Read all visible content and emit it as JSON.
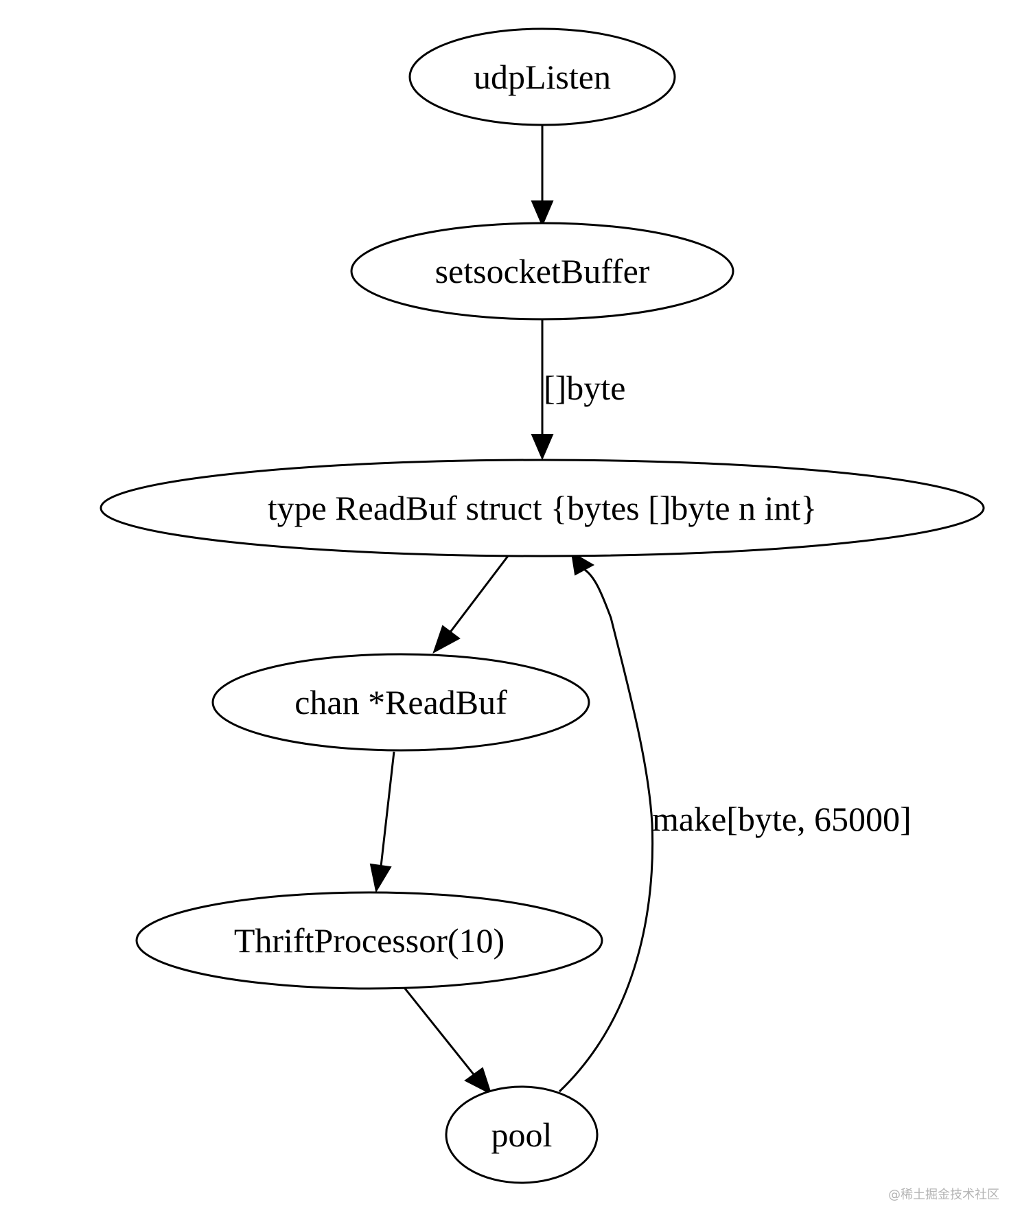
{
  "nodes": {
    "udpListen": "udpListen",
    "setsocketBuffer": "setsocketBuffer",
    "readbuf": "type ReadBuf struct {bytes []byte n int}",
    "chan": "chan *ReadBuf",
    "thrift": "ThriftProcessor(10)",
    "pool": "pool"
  },
  "edges": [
    {
      "from": "udpListen",
      "to": "setsocketBuffer",
      "label": ""
    },
    {
      "from": "setsocketBuffer",
      "to": "readbuf",
      "label": "[]byte"
    },
    {
      "from": "readbuf",
      "to": "chan",
      "label": ""
    },
    {
      "from": "chan",
      "to": "thrift",
      "label": ""
    },
    {
      "from": "thrift",
      "to": "pool",
      "label": ""
    },
    {
      "from": "pool",
      "to": "readbuf",
      "label": "make[byte, 65000]"
    }
  ],
  "watermark": "@稀土掘金技术社区"
}
